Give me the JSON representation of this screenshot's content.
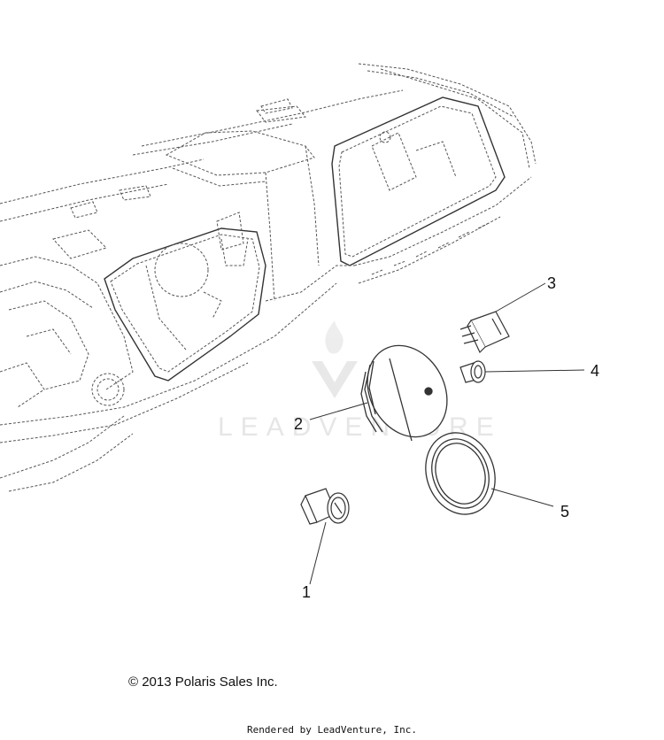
{
  "callouts": [
    {
      "id": "1",
      "label": "1"
    },
    {
      "id": "2",
      "label": "2"
    },
    {
      "id": "3",
      "label": "3"
    },
    {
      "id": "4",
      "label": "4"
    },
    {
      "id": "5",
      "label": "5"
    }
  ],
  "footer": {
    "copyright": "© 2013 Polaris Sales Inc.",
    "rendered_by": "Rendered by LeadVenture, Inc."
  },
  "watermark": {
    "text": "LEADVENTURE",
    "color": "#e4e4e4"
  },
  "colors": {
    "line": "#333333",
    "dashed_line": "#555555"
  }
}
